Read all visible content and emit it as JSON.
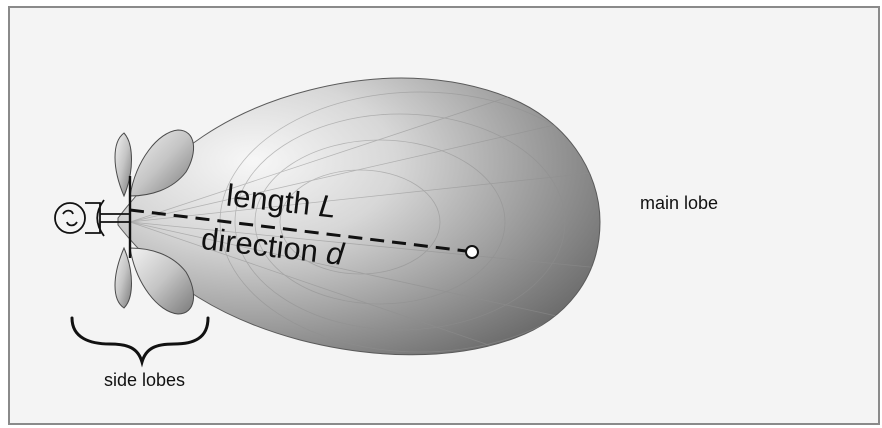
{
  "labels": {
    "main_lobe": "main lobe",
    "side_lobes": "side lobes",
    "length_word": "length",
    "length_symbol": "L",
    "direction_word": "direction",
    "direction_symbol": "d"
  },
  "colors": {
    "background": "#f4f4f4",
    "frame": "#8a8a8a",
    "lobe_light": "#f2f2f2",
    "lobe_dark": "#6f6f6f",
    "ink": "#111111"
  },
  "icons": {
    "source": "speaker-source-icon",
    "endpoint": "endpoint-marker-icon"
  }
}
